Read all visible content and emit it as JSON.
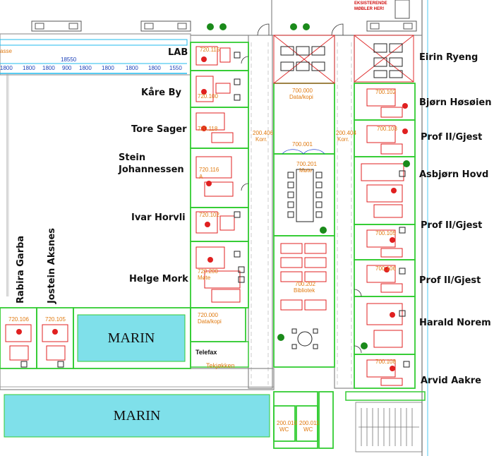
{
  "names_left": {
    "lab": "LAB",
    "kare": "Kåre By",
    "tore": "Tore Sager",
    "stein1": "Stein",
    "stein2": "Johannessen",
    "ivar": "Ivar Horvli",
    "helge": "Helge Mork",
    "rabira": "Rabira Garba",
    "jostein": "Jostein Aksnes"
  },
  "names_right": {
    "eirin": "Eirin Ryeng",
    "bjorn": "Bjørn Høsøien",
    "prof1": "Prof II/Gjest",
    "asbjorn": "Asbjørn Hovd",
    "prof2": "Prof II/Gjest",
    "prof3": "Prof II/Gjest",
    "harald": "Harald Norem",
    "arvid": "Arvid Aakre"
  },
  "areas": {
    "marin_top": "MARIN",
    "marin_bottom": "MARIN",
    "telefax": "Telefax",
    "tekjokken": "Tekjøkken"
  },
  "rooms": {
    "r720115": "720.115",
    "r720100": "720.100",
    "r720118": "720.118",
    "r720116": "720.116",
    "r720116_sub": "A",
    "r720102": "720.102",
    "r720200": "720.200",
    "r720200_sub": "Møte",
    "r720000a": "720.000",
    "r720000a_sub": "Data/kopi",
    "r720106": "720.106",
    "r720105": "720.105",
    "r700000": "700.000",
    "r700000_sub": "Data/kopi",
    "r700001": "700.001",
    "r700201": "700.201",
    "r700201_sub": "Møte",
    "r700202": "700.202",
    "r700202_sub": "Bibliotek",
    "r200406": "200.406",
    "r200406_sub": "Korr.",
    "r200404": "200.404",
    "r200404_sub": "Korr.",
    "r700102": "700.102",
    "r700103": "700.103",
    "r700105": "700.105",
    "r700106": "700.106",
    "r700108": "700.108",
    "r200010": "200.010",
    "r200010_sub": "WC",
    "r200011": "200.011",
    "r200011_sub": "WC"
  },
  "dimensions": {
    "total": "18550",
    "d1": "1800",
    "d2": "1800",
    "d3": "1800",
    "d4": "900",
    "d5": "1800",
    "d6": "1800",
    "d7": "1800",
    "d8": "1800",
    "d9": "1550",
    "masse": "asse"
  },
  "notes": {
    "line1": "EKSISTERENDE",
    "line2": "MØBLER HER!"
  },
  "colors": {
    "wall_green": "#33cc33",
    "furniture_red": "#e02020",
    "marin_fill": "#7fe0ea",
    "orange_text": "#e07a10",
    "dim_blue": "#1a3fb8"
  }
}
